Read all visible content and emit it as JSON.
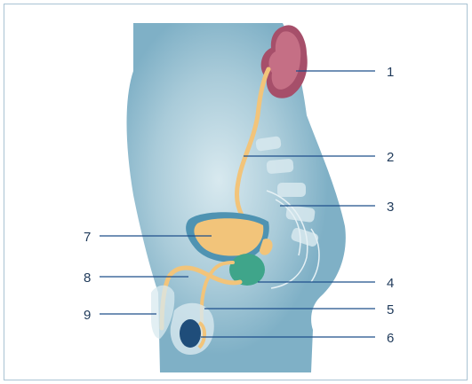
{
  "labels": [
    {
      "id": "1",
      "text": "1"
    },
    {
      "id": "2",
      "text": "2"
    },
    {
      "id": "3",
      "text": "3"
    },
    {
      "id": "4",
      "text": "4"
    },
    {
      "id": "5",
      "text": "5"
    },
    {
      "id": "6",
      "text": "6"
    },
    {
      "id": "7",
      "text": "7"
    },
    {
      "id": "8",
      "text": "8"
    },
    {
      "id": "9",
      "text": "9"
    }
  ],
  "colors": {
    "body": "#7fb0c6",
    "body_light": "#d8e9ef",
    "kidney": "#a64f6a",
    "kidney_light": "#c56f85",
    "urinary": "#f2c47a",
    "prostate": "#3fa58a",
    "testis": "#1f4d7a",
    "leader_line": "#1f4f8b",
    "label_text": "#1f3a5a",
    "frame": "#a9c3d3"
  }
}
